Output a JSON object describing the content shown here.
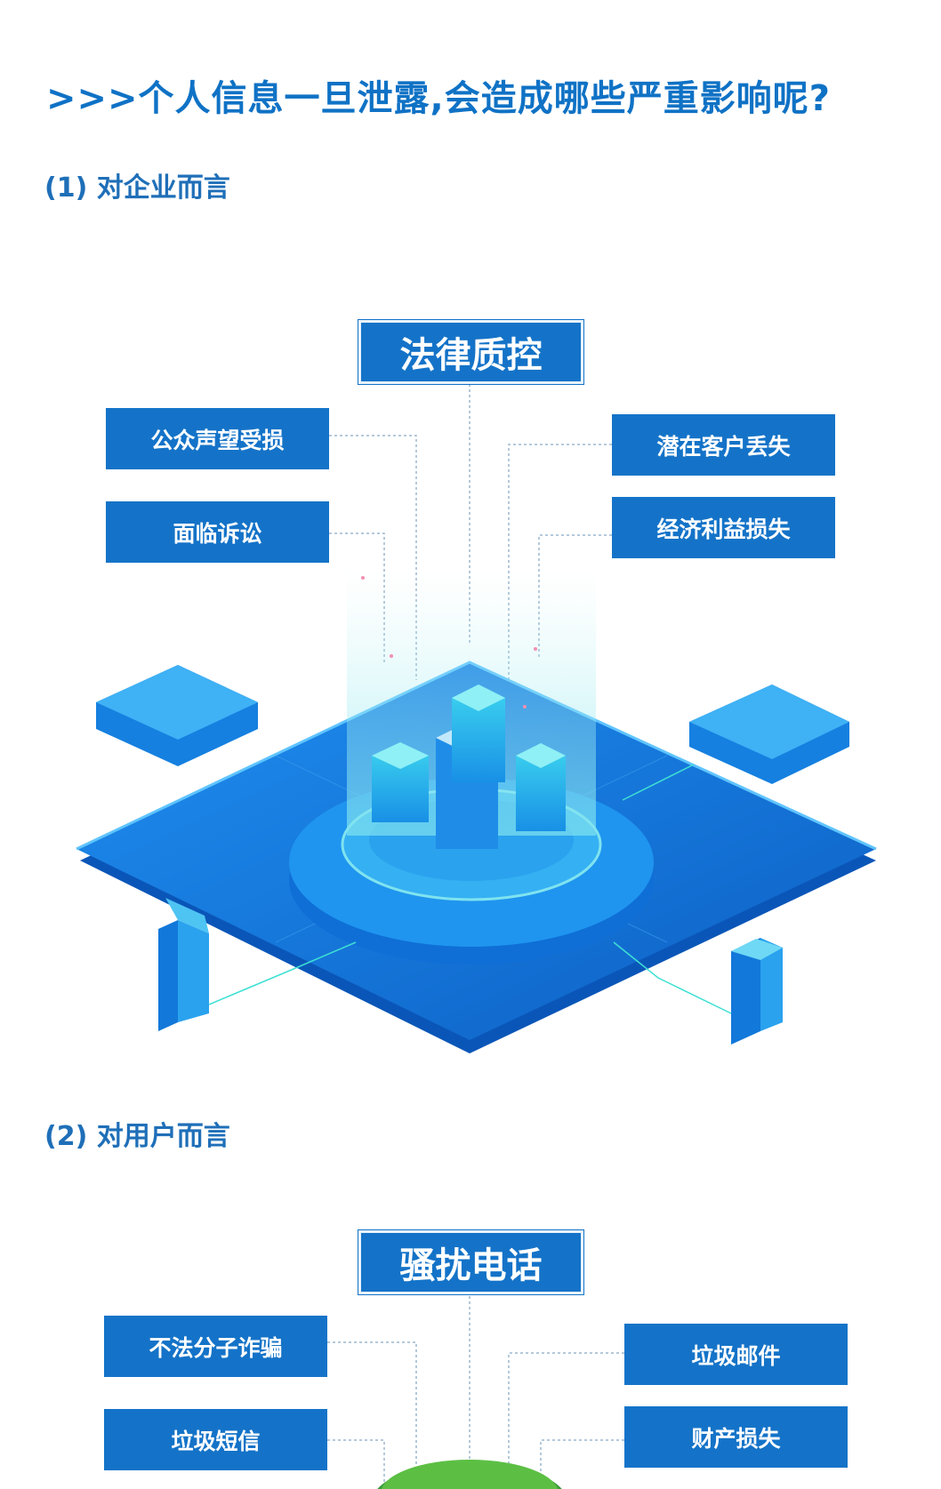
{
  "title": ">>>个人信息一旦泄露,会造成哪些严重影响呢?",
  "section1": {
    "label": "(1) 对企业而言",
    "center": "法律质控",
    "left_items": [
      "公众声望受损",
      "面临诉讼"
    ],
    "right_items": [
      "潜在客户丢失",
      "经济利益损失"
    ]
  },
  "section2": {
    "label": "(2) 对用户而言",
    "center": "骚扰电话",
    "left_items": [
      "不法分子诈骗",
      "垃圾短信"
    ],
    "right_items": [
      "垃圾邮件",
      "财产损失"
    ]
  },
  "colors": {
    "primary": "#1473c8",
    "title": "#0f72c5",
    "platform": "#1a7fe0",
    "accent": "#2fd3f0"
  }
}
